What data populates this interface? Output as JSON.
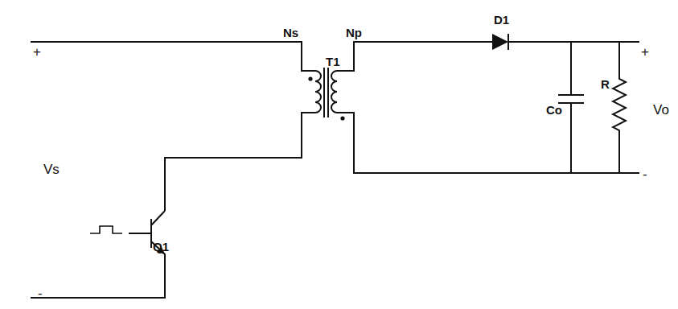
{
  "diagram": {
    "labels": [
      "+",
      "Vs",
      "-",
      "Ns",
      "Np",
      "T1",
      "D1",
      "Co",
      "R",
      "+",
      "Vo",
      "-",
      "Q1"
    ]
  }
}
